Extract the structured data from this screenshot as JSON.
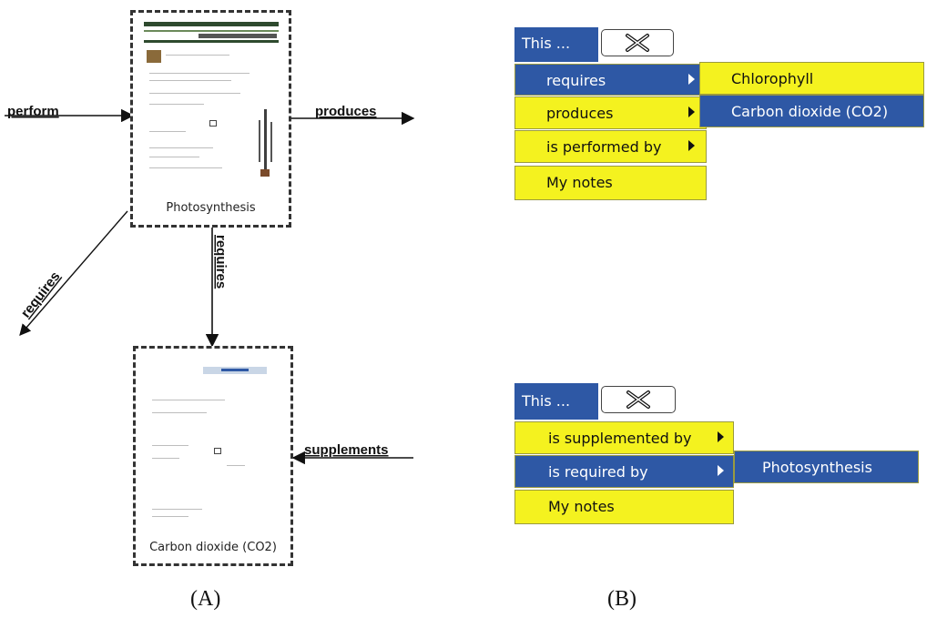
{
  "diagram": {
    "edge_labels": {
      "perform": "perform",
      "produces": "produces",
      "requires_diag": "requires",
      "requires_vert": "requires",
      "supplements": "supplements"
    },
    "nodes": {
      "photosynthesis": "Photosynthesis",
      "co2": "Carbon dioxide (CO2)"
    },
    "caption": "(A)"
  },
  "menus": {
    "caption": "(B)",
    "menu1": {
      "title": "This ...",
      "items": [
        "requires",
        "produces",
        "is performed by",
        "My notes"
      ],
      "submenu": [
        "Chlorophyll",
        "Carbon dioxide (CO2)"
      ]
    },
    "menu2": {
      "title": "This ...",
      "items": [
        "is supplemented by",
        "is required by",
        "My notes"
      ],
      "submenu": [
        "Photosynthesis"
      ]
    }
  },
  "colors": {
    "menu_blue": "#2e58a5",
    "menu_yellow": "#f4f21f"
  },
  "icons": {
    "close": "close-x-icon",
    "submenu_arrow": "submenu-arrow-icon"
  }
}
